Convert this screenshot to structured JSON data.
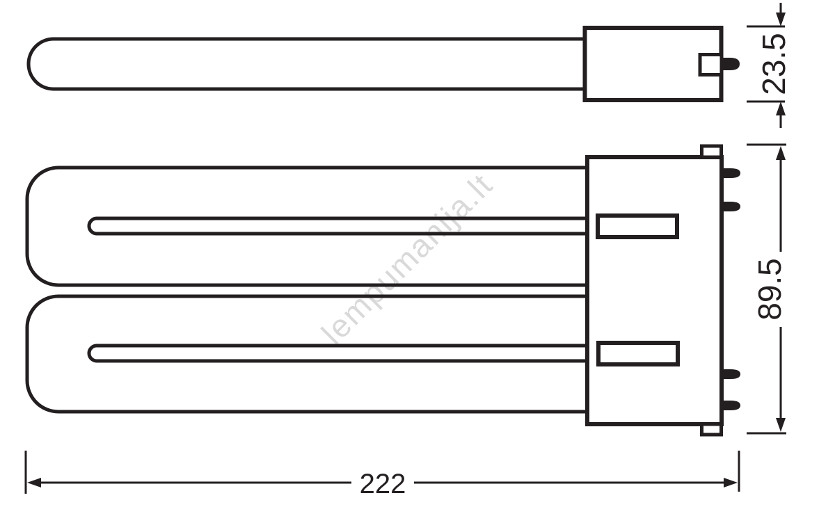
{
  "drawing": {
    "description": "Technical dimension drawing of a 2D compact fluorescent lamp: top profile view and front view with 4-pin base",
    "line_color": "#231f20",
    "background": "#ffffff",
    "dimensions": {
      "top_view_height": "23.5",
      "front_view_height": "89.5",
      "length": "222"
    },
    "watermark": {
      "text": "lempumanija.lt",
      "color": "#d9d9d9"
    }
  }
}
